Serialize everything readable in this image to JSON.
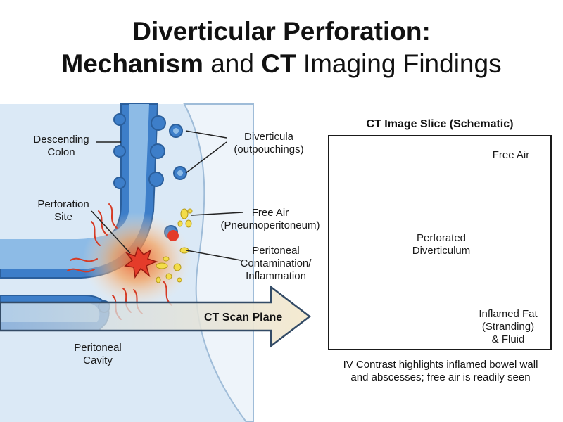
{
  "title": {
    "line1": "Diverticular Perforation:",
    "line2_part1": "Mechanism",
    "line2_part2": " and ",
    "line2_part3": "CT",
    "line2_part4": " Imaging Findings"
  },
  "left_panel": {
    "descending_colon": [
      "Descending",
      "Colon"
    ],
    "diverticula": [
      "Diverticula",
      "(outpouchings)"
    ],
    "perforation_site": [
      "Perforation",
      "Site"
    ],
    "free_air": [
      "Free Air",
      "(Pneumoperitoneum)"
    ],
    "contamination": [
      "Peritoneal",
      "Contamination/",
      "Inflammation"
    ],
    "ct_scan_plane": "CT Scan Plane",
    "peritoneal_cavity": [
      "Peritoneal",
      "Cavity"
    ]
  },
  "ct_panel": {
    "title": "CT Image Slice (Schematic)",
    "free_air": "Free Air",
    "perforated": [
      "Perforated",
      "Diverticulum"
    ],
    "inflamed_fat": [
      "Inflamed Fat",
      "(Stranding)",
      "& Fluid"
    ],
    "caption": [
      "IV Contrast highlights inflamed bowel wall",
      "and abscesses; free air is readily seen"
    ]
  },
  "colors": {
    "bowel_blue": "#3d7ec9",
    "bowel_light": "#8dbbe6",
    "background_blue": "#dbe9f6",
    "inflammation_red": "#e43c2a",
    "free_air_yellow": "#f3dc4a",
    "arrow_fill": "#f3e8c8"
  }
}
